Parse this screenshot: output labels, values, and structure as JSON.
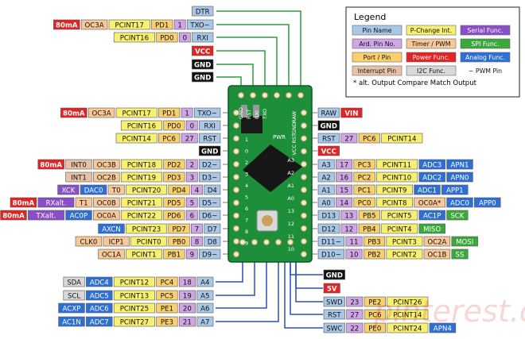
{
  "colors": {
    "pin_name": "#a9c8e8",
    "pcint": "#f8f070",
    "ard_pin": "#cfa6e6",
    "port": "#f8d070",
    "interrupt": "#e8c2a8",
    "timer": "#f8c898",
    "power": "#e42424",
    "ground": "#111111",
    "serial": "#8a4fc6",
    "spi": "#3aa83a",
    "analog": "#2e6fd6",
    "i2c": "#d8d8d8",
    "board": "#1d8f3a",
    "wire_green": "#2f9e3f",
    "wire_blue": "#2a50b8"
  },
  "legend": {
    "title": "Legend",
    "items": [
      "Pin Name",
      "P-Change Int.",
      "Serial Func.",
      "Ard. Pin No.",
      "Timer / PWM",
      "SPI Func.",
      "Port / Pin",
      "Power Func.",
      "Analog Func.",
      "Interrupt Pin",
      "I2C Func.",
      "~ PWM Pin"
    ],
    "note": "* alt. Output Compare Match Output"
  },
  "top_pins": [
    {
      "name": "DTR"
    },
    {
      "name": "TXO~",
      "pin_no": "1",
      "port": "PD1",
      "pcint": "PCINT17",
      "extra": [
        "OC3A",
        "80mA"
      ]
    },
    {
      "name": "RXI",
      "pin_no": "0",
      "port": "PD0",
      "pcint": "PCINT16"
    },
    {
      "name": "VCC"
    },
    {
      "name": "GND"
    },
    {
      "name": "GND"
    }
  ],
  "left_pins": [
    {
      "name": "TXO~",
      "pin_no": "1",
      "port": "PD1",
      "pcint": "PCINT17",
      "extra": [
        "OC3A",
        "80mA"
      ]
    },
    {
      "name": "RXI",
      "pin_no": "0",
      "port": "PD0",
      "pcint": "PCINT16"
    },
    {
      "name": "RST",
      "pin_no": "27",
      "port": "PC6",
      "pcint": "PCINT14"
    },
    {
      "name": "GND"
    },
    {
      "name": "D2~",
      "pin_no": "2",
      "port": "PD2",
      "pcint": "PCINT18",
      "extra": [
        "OC3B",
        "INT0",
        "80mA"
      ]
    },
    {
      "name": "D3~",
      "pin_no": "3",
      "port": "PD3",
      "pcint": "PCINT19",
      "extra": [
        "OC2B",
        "INT1"
      ]
    },
    {
      "name": "D4",
      "pin_no": "4",
      "port": "PD4",
      "pcint": "PCINT20",
      "extra": [
        "T0",
        "DAC0",
        "XCK"
      ]
    },
    {
      "name": "D5~",
      "pin_no": "5",
      "port": "PD5",
      "pcint": "PCINT21",
      "extra": [
        "OC0B",
        "T1",
        "RXalt.",
        "80mA"
      ]
    },
    {
      "name": "D6~",
      "pin_no": "6",
      "port": "PD6",
      "pcint": "PCINT22",
      "extra": [
        "OC0A",
        "AC0P",
        "TXalt.",
        "80mA"
      ]
    },
    {
      "name": "D7",
      "pin_no": "7",
      "port": "PD7",
      "pcint": "PCINT23",
      "extra": [
        "AXCN"
      ]
    },
    {
      "name": "D8",
      "pin_no": "8",
      "port": "PB0",
      "pcint": "PCINT0",
      "extra": [
        "ICP1",
        "CLK0"
      ]
    },
    {
      "name": "D9~",
      "pin_no": "9",
      "port": "PB1",
      "pcint": "PCINT1",
      "extra": [
        "OC1A"
      ]
    }
  ],
  "right_pins": [
    {
      "name": "RAW",
      "extra": [
        "VIN"
      ]
    },
    {
      "name": "GND"
    },
    {
      "name": "RST",
      "pin_no": "27",
      "port": "PC6",
      "pcint": "PCINT14"
    },
    {
      "name": "VCC"
    },
    {
      "name": "A3",
      "pin_no": "17",
      "port": "PC3",
      "pcint": "PCINT11",
      "extra": [
        "ADC3",
        "APN1"
      ]
    },
    {
      "name": "A2",
      "pin_no": "16",
      "port": "PC2",
      "pcint": "PCINT10",
      "extra": [
        "ADC2",
        "APN0"
      ]
    },
    {
      "name": "A1",
      "pin_no": "15",
      "port": "PC1",
      "pcint": "PCINT9",
      "extra": [
        "ADC1",
        "APP1"
      ]
    },
    {
      "name": "A0",
      "pin_no": "14",
      "port": "PC0",
      "pcint": "PCINT8",
      "extra": [
        "OC0A*",
        "ADC0",
        "APP0"
      ]
    },
    {
      "name": "D13",
      "pin_no": "13",
      "port": "PB5",
      "pcint": "PCINT5",
      "extra": [
        "AC1P",
        "SCK"
      ]
    },
    {
      "name": "D12",
      "pin_no": "12",
      "port": "PB4",
      "pcint": "PCINT4",
      "extra": [
        "MISO"
      ]
    },
    {
      "name": "D11~",
      "pin_no": "11",
      "port": "PB3",
      "pcint": "PCINT3",
      "extra": [
        "OC2A",
        "MOSI"
      ]
    },
    {
      "name": "D10~",
      "pin_no": "10",
      "port": "PB2",
      "pcint": "PCINT2",
      "extra": [
        "OC1B",
        "SS"
      ]
    }
  ],
  "bottom_left_pins": [
    {
      "name": "A4",
      "pin_no": "18",
      "port": "PC4",
      "pcint": "PCINT12",
      "extra": [
        "ADC4",
        "SDA"
      ]
    },
    {
      "name": "A5",
      "pin_no": "19",
      "port": "PC5",
      "pcint": "PCINT13",
      "extra": [
        "ADC5",
        "SCL"
      ]
    },
    {
      "name": "A6",
      "pin_no": "20",
      "port": "PE1",
      "pcint": "PCINT25",
      "extra": [
        "ADC6",
        "ACXP"
      ]
    },
    {
      "name": "A7",
      "pin_no": "21",
      "port": "PE3",
      "pcint": "PCINT27",
      "extra": [
        "ADC7",
        "AC1N"
      ]
    }
  ],
  "bottom_right_pins": [
    {
      "name": "GND"
    },
    {
      "name": "5V"
    },
    {
      "name": "SWD",
      "pin_no": "23",
      "port": "PE2",
      "pcint": "PCINT26"
    },
    {
      "name": "RST",
      "pin_no": "27",
      "port": "PC6",
      "pcint": "PCINT14"
    },
    {
      "name": "SWC",
      "pin_no": "22",
      "port": "PE0",
      "pcint": "PCINT24",
      "extra": [
        "APN4"
      ]
    }
  ],
  "board_labels": {
    "top_row": [
      "GND",
      "RST",
      "RXI",
      "TXO"
    ],
    "right_row": [
      "RAW",
      "GND",
      "RST",
      "VCC"
    ],
    "left_side": [
      "1",
      "0",
      "2",
      "3",
      "4",
      "5",
      "6",
      "7",
      "8",
      "9"
    ],
    "right_side": [
      "A3",
      "A2",
      "A1",
      "A0",
      "13",
      "12",
      "11",
      "10"
    ],
    "pwr": "PWR"
  },
  "watermark": "pinterest.com"
}
